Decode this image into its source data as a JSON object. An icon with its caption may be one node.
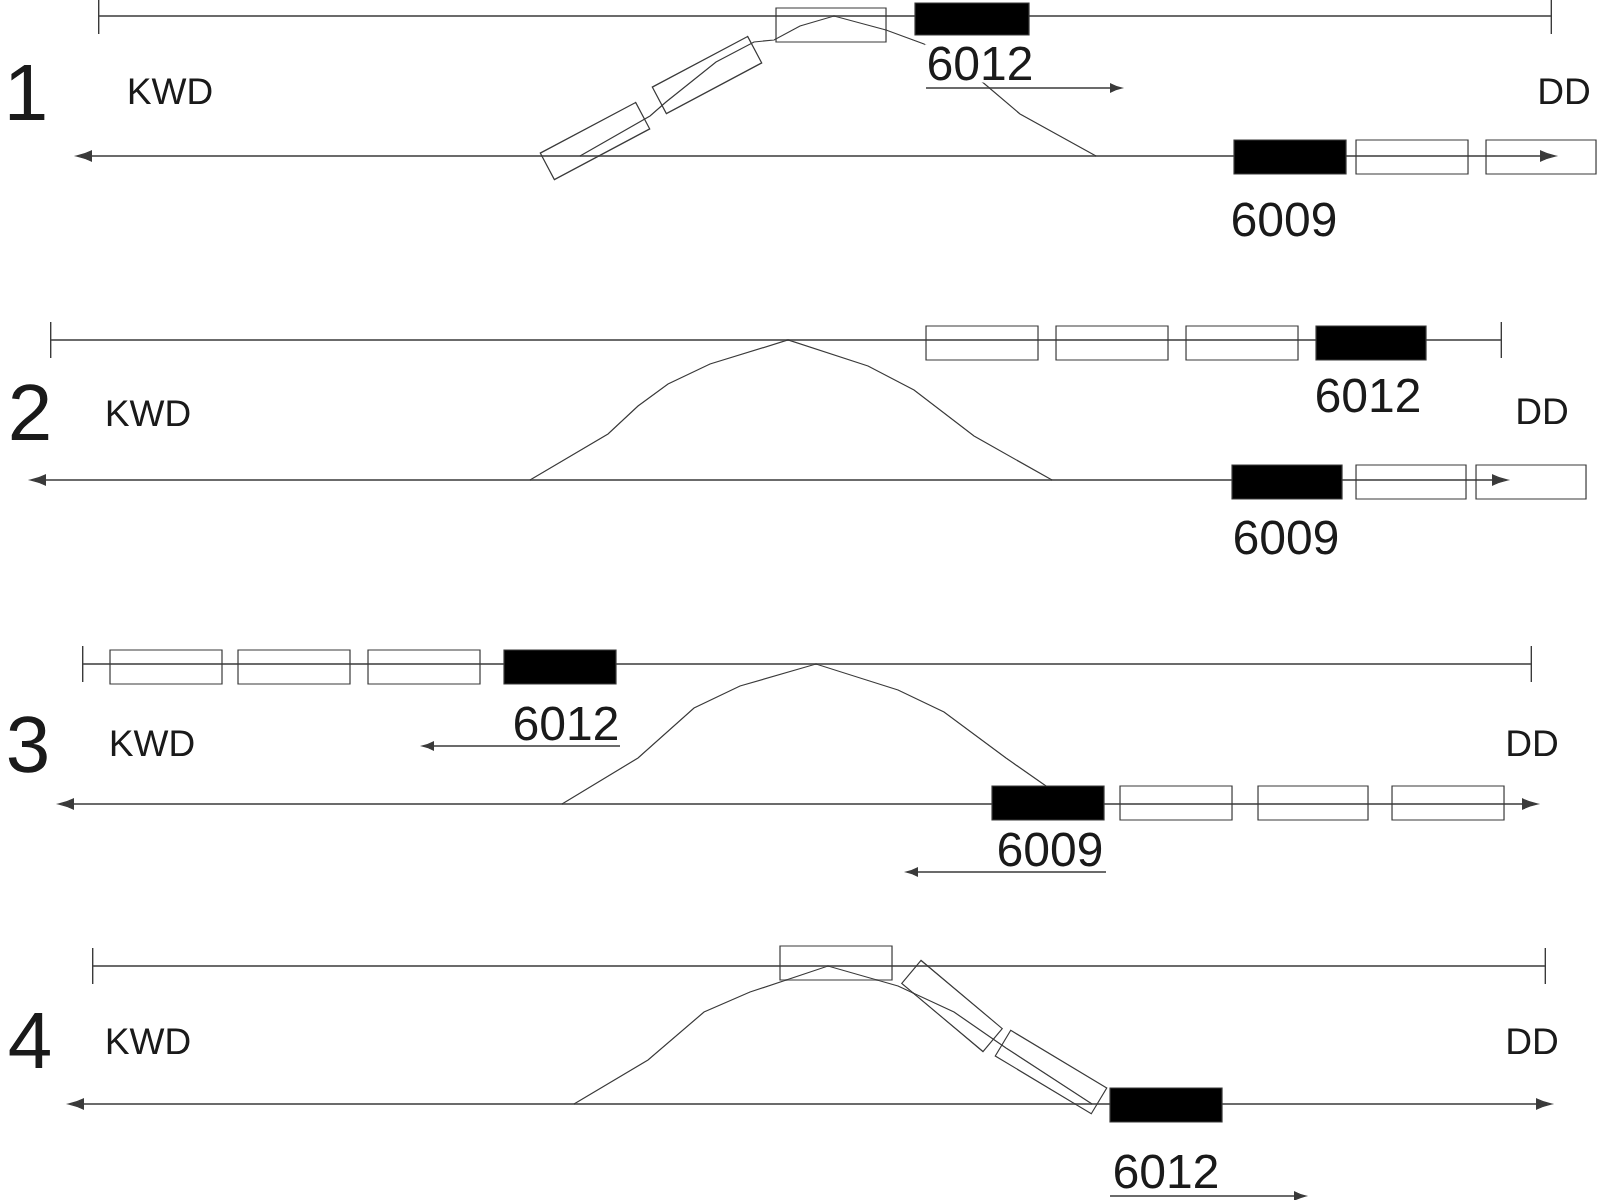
{
  "diagram": {
    "nodes": [
      {
        "text": [],
        "shape": "box"
      },
      {
        "text": [],
        "shape": "box",
        "beside": [
          "6012"
        ]
      },
      {
        "text": [],
        "shape": "box"
      },
      {
        "text": [],
        "shape": "box"
      },
      {
        "text": [],
        "shape": "box",
        "beside": [
          "6009"
        ]
      },
      {
        "text": [],
        "shape": "box"
      },
      {
        "text": [],
        "shape": "box"
      },
      {
        "text": [],
        "shape": "box"
      },
      {
        "text": [],
        "shape": "box"
      },
      {
        "text": [],
        "shape": "box"
      },
      {
        "text": [],
        "shape": "box",
        "beside": [
          "6012"
        ]
      },
      {
        "text": [],
        "shape": "box",
        "beside": [
          "6009"
        ]
      },
      {
        "text": [],
        "shape": "box"
      },
      {
        "text": [],
        "shape": "box"
      },
      {
        "text": [],
        "shape": "box"
      },
      {
        "text": [],
        "shape": "box"
      },
      {
        "text": [],
        "shape": "box"
      },
      {
        "text": [],
        "shape": "box",
        "beside": [
          "6012"
        ]
      },
      {
        "text": [],
        "shape": "box",
        "beside": [
          "6009"
        ]
      },
      {
        "text": [],
        "shape": "box"
      },
      {
        "text": [],
        "shape": "box"
      },
      {
        "text": [],
        "shape": "box"
      },
      {
        "text": [],
        "shape": "box"
      },
      {
        "text": [],
        "shape": "box"
      },
      {
        "text": [],
        "shape": "box"
      },
      {
        "text": [],
        "shape": "box",
        "beside": [
          "6012"
        ]
      }
    ],
    "labels": [
      "1",
      "KWD",
      "DD",
      "2",
      "KWD",
      "DD",
      "3",
      "KWD",
      "DD",
      "4",
      "KWD",
      "DD"
    ]
  }
}
